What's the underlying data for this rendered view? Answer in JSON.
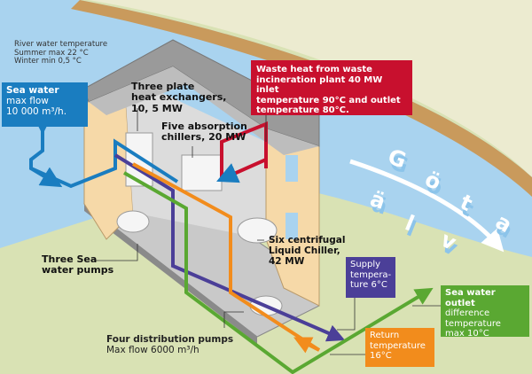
{
  "river_temp": {
    "title": "River water temperature",
    "summer": "Summer max 22 °C",
    "winter": "Winter min 0,5 °C"
  },
  "sea_water": {
    "title": "Sea water",
    "line1": "max flow",
    "line2": "10 000 m³/h.",
    "color": "#1a7dc0"
  },
  "heat_exchangers": {
    "line1": "Three plate",
    "line2": "heat exchangers,",
    "line3": "10, 5 MW"
  },
  "absorption": {
    "line1": "Five absorption",
    "line2": "chillers, 20 MW"
  },
  "waste_heat": {
    "line1": "Waste heat from waste",
    "line2": "incineration plant 40 MW inlet",
    "line3": "temperature 90°C and  outlet",
    "line4": "temperature 80°C.",
    "color": "#c8102e"
  },
  "centrifugal": {
    "line1": "Six centrifugal",
    "line2": "Liquid Chiller,",
    "line3": "42 MW"
  },
  "supply": {
    "line1": "Supply",
    "line2": "tempera-",
    "line3": "ture 6°C",
    "color": "#4b3f98"
  },
  "outlet": {
    "title": "Sea water outlet",
    "line1": "difference",
    "line2": "temperature",
    "line3": "max 10°C",
    "color": "#5aa832"
  },
  "return": {
    "line1": "Return",
    "line2": "temperature",
    "line3": "16°C",
    "color": "#f28c1c"
  },
  "sea_pumps": {
    "line1": "Three Sea",
    "line2": "water pumps"
  },
  "distribution_pumps": {
    "title": "Four distribution pumps",
    "sub": "Max flow 6000 m³/h"
  },
  "river_name": {
    "word1": [
      "G",
      "ö",
      "t",
      "a"
    ],
    "word2": [
      "ä",
      "l",
      "v"
    ]
  }
}
